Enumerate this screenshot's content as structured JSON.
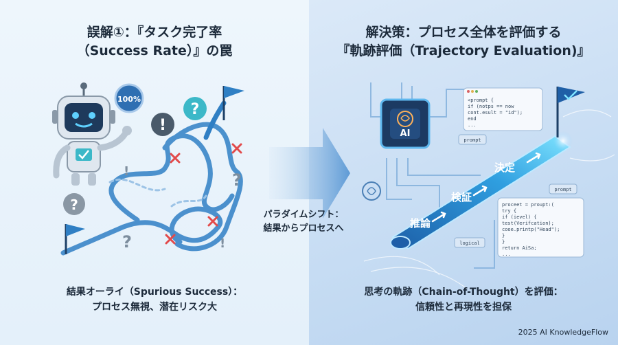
{
  "left": {
    "title_line1": "誤解①：『タスク完了率",
    "title_line2": "（Success Rate）』の罠",
    "badge": "100%",
    "caption_line1": "結果オーライ（Spurious Success）：",
    "caption_line2": "プロセス無視、潜在リスク大"
  },
  "center": {
    "shift_line1": "パラダイムシフト：",
    "shift_line2": "結果からプロセスへ"
  },
  "right": {
    "title_line1": "解決策：プロセス全体を評価する",
    "title_line2": "『軌跡評価（Trajectory Evaluation)』",
    "chip_label": "AI",
    "steps": [
      "推論",
      "検証",
      "決定"
    ],
    "code_top": [
      "<prompt {",
      "  if (notps == now",
      "    cont.esult = \"id\");",
      "  end",
      "  ..."
    ],
    "code_bottom": [
      "proceet = proupt:(",
      "  try {",
      "    if (ievel) {",
      "      test(Verifcation);",
      "      cooe.printp(\"Head\");",
      "    }",
      "  }",
      "  return AiSa;",
      "..."
    ],
    "tags": [
      "prompt",
      "prompt",
      "logical"
    ],
    "caption_line1": "思考の軌跡（Chain-of-Thought）を評価：",
    "caption_line2": "信頼性と再現性を担保"
  },
  "footer": "2025 AI KnowledgeFlow",
  "colors": {
    "accent_blue": "#2f7fc4",
    "dark_text": "#1c2a3a",
    "error_red": "#e24a4a",
    "teal": "#3cb8c8"
  }
}
